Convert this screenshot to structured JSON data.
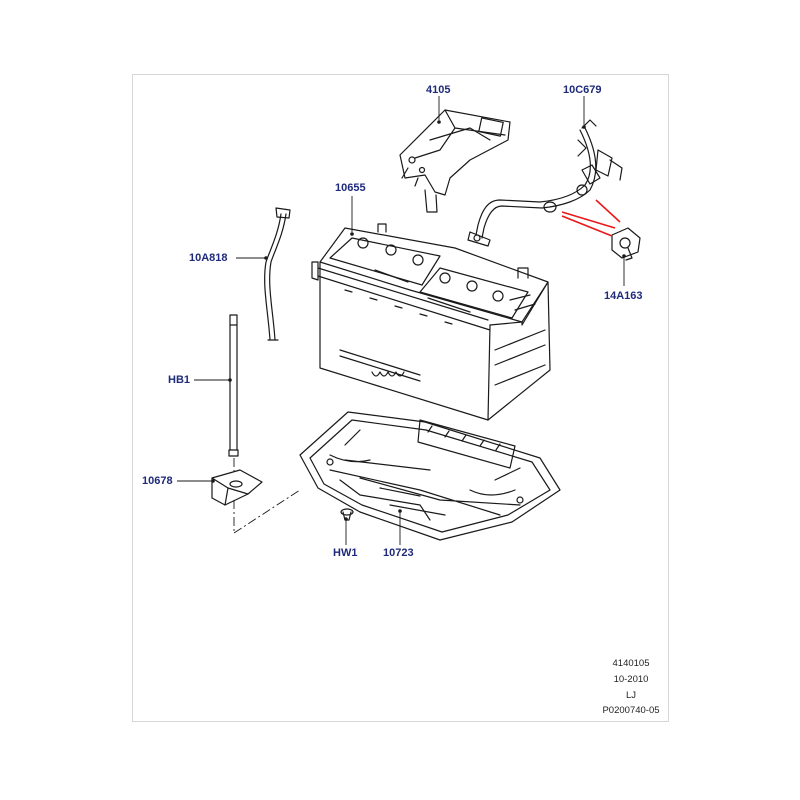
{
  "diagram": {
    "colors": {
      "callout_text": "#1f2a7a",
      "highlight": "#e8191a",
      "line_art": "#1a1a1a"
    },
    "callouts": {
      "bracket": "4105",
      "cable_clip": "10C679",
      "battery": "10655",
      "vent_tube": "10A818",
      "sensor": "14A163",
      "hold_down_bolt": "HB1",
      "clamp": "10678",
      "screw": "HW1",
      "tray": "10723"
    },
    "footer": {
      "ref_number": "4140105",
      "date": "10-2010",
      "initials": "LJ",
      "part_code": "P0200740-05"
    }
  }
}
